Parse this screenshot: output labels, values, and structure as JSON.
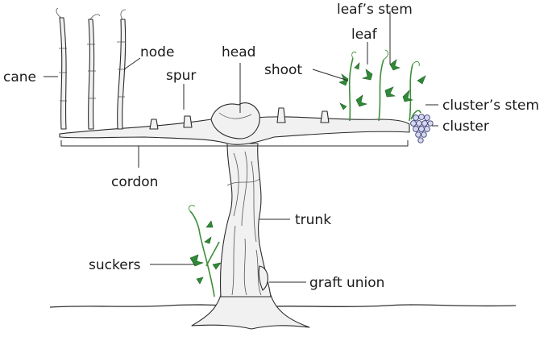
{
  "labels": {
    "cane": "cane",
    "node": "node",
    "spur": "spur",
    "head": "head",
    "shoot": "shoot",
    "leaf": "leaf",
    "leaf_stem": "leaf’s stem",
    "cluster_stem": "cluster’s stem",
    "cluster": "cluster",
    "cordon": "cordon",
    "trunk": "trunk",
    "suckers": "suckers",
    "graft_union": "graft union"
  },
  "colors": {
    "leaf": "#2f8a37",
    "stem": "#3e8f3a",
    "grape": "#d6d9ee",
    "outline": "#2b2b2b"
  }
}
